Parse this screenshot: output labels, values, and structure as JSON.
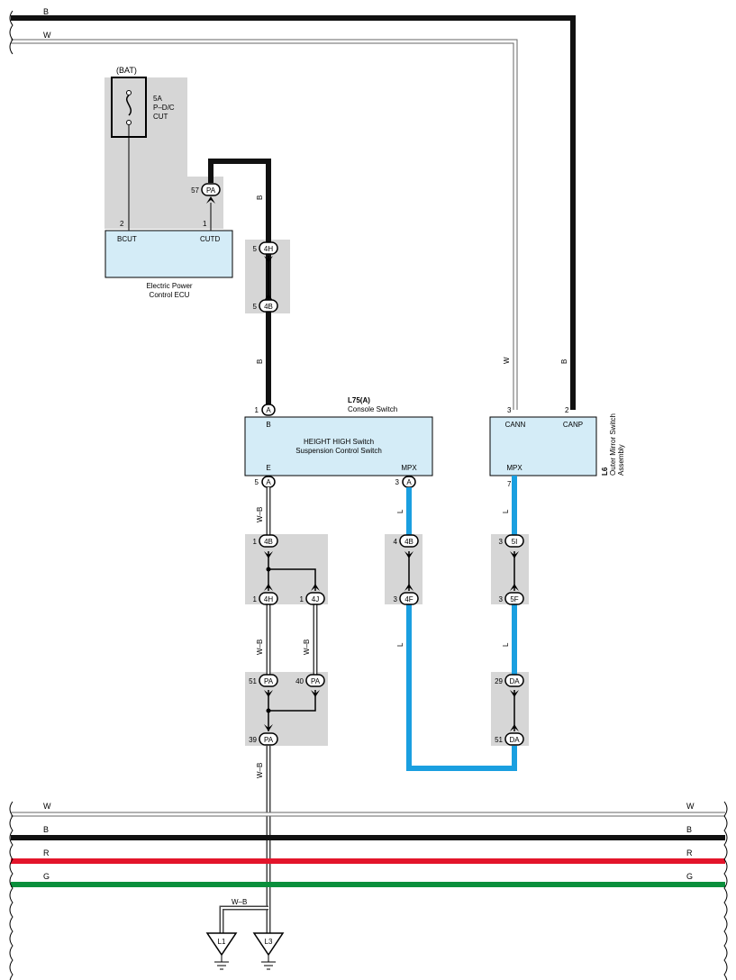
{
  "colors": {
    "black_wire": "#111111",
    "white_wire": "#ffffff",
    "white_wire_edge": "#666666",
    "blue_wire": "#1a9fe0",
    "red_wire": "#e3152b",
    "green_wire": "#0a8f3c",
    "component_fill": "#d4ecf7",
    "shade": "#d6d6d6"
  },
  "top_wires": {
    "b": "B",
    "w": "W"
  },
  "fuse": {
    "source": "(BAT)",
    "rating": "5A",
    "name_1": "P–D/C",
    "name_2": "CUT"
  },
  "ecu": {
    "name_1": "Electric Power",
    "name_2": "Control ECU",
    "pin_bcut": "BCUT",
    "pin_cutd": "CUTD",
    "pin_num_bcut": "2",
    "pin_num_cutd": "1"
  },
  "connector_pa_57": {
    "num": "57",
    "id": "PA"
  },
  "wire_labels": {
    "b": "B",
    "w": "W",
    "l": "L",
    "wb": "W–B"
  },
  "junction_4h_4b": {
    "top_num": "5",
    "top_id": "4H",
    "bottom_num": "5",
    "bottom_id": "4B"
  },
  "console_switch": {
    "code": "L75(A)",
    "title": "Console Switch",
    "line1": "HEIGHT HIGH Switch",
    "line2": "Suspension Control Switch",
    "pin_b": "B",
    "pin_e": "E",
    "pin_mpx": "MPX",
    "conn_top_num": "1",
    "conn_top_id": "A",
    "conn_e_num": "5",
    "conn_e_id": "A",
    "conn_mpx_num": "3",
    "conn_mpx_id": "A"
  },
  "mirror_switch": {
    "code": "L6",
    "title_1": "Outer Mirror Switch",
    "title_2": "Assembly",
    "pin_cann": "CANN",
    "pin_canp": "CANP",
    "pin_mpx": "MPX",
    "num_cann": "3",
    "num_canp": "2",
    "num_mpx": "7"
  },
  "ground_junction": {
    "c1_num": "1",
    "c1_id": "4B",
    "c2_num": "1",
    "c2_id": "4H",
    "c3_num": "1",
    "c3_id": "4J"
  },
  "pa_junction": {
    "c1_num": "51",
    "c1_id": "PA",
    "c2_num": "40",
    "c2_id": "PA",
    "c3_num": "39",
    "c3_id": "PA"
  },
  "mpx_console_junction": {
    "top_num": "4",
    "top_id": "4B",
    "bottom_num": "3",
    "bottom_id": "4F"
  },
  "mpx_mirror_junction": {
    "top_num": "3",
    "top_id": "5I",
    "bottom_num": "3",
    "bottom_id": "5F"
  },
  "da_junction": {
    "top_num": "29",
    "top_id": "DA",
    "bottom_num": "51",
    "bottom_id": "DA"
  },
  "bottom_wires": {
    "w": "W",
    "b": "B",
    "r": "R",
    "g": "G"
  },
  "grounds": {
    "l1": "L1",
    "l3": "L3"
  }
}
